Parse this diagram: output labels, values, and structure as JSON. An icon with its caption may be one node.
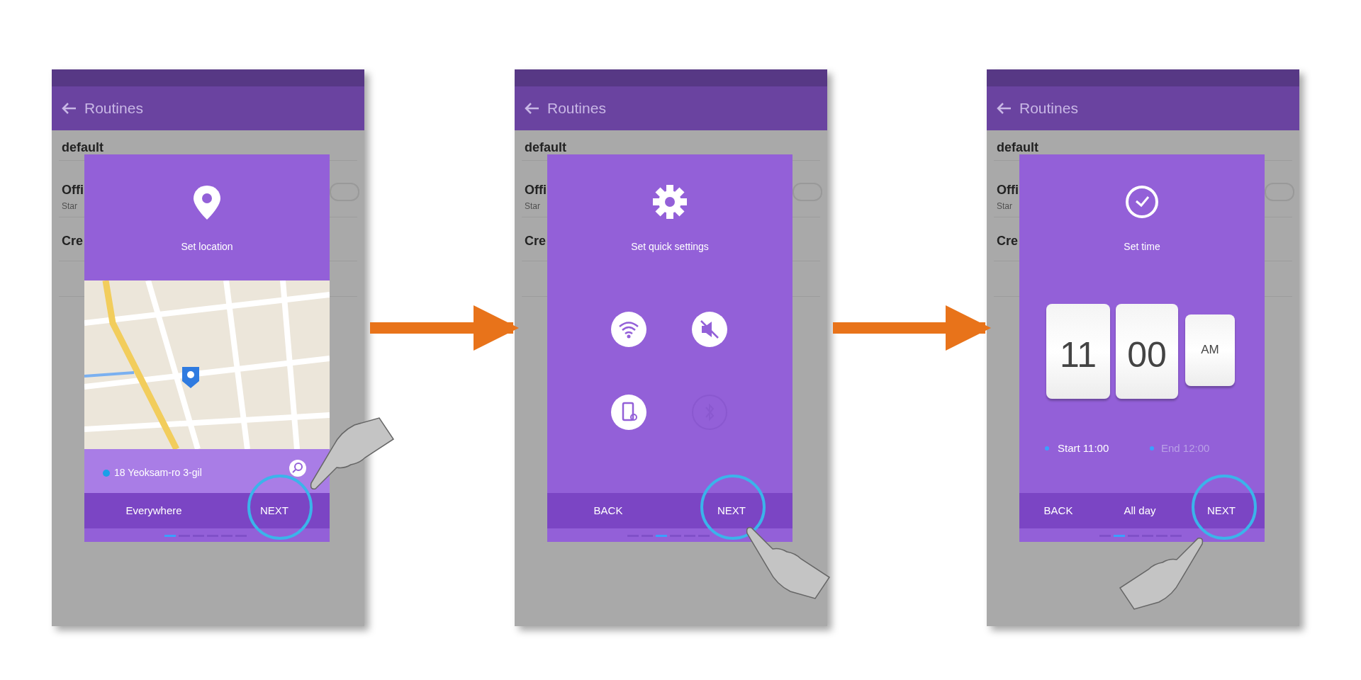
{
  "diagram": {
    "nodes": [
      {
        "text": [
          "Routines",
          "default",
          "Offi",
          "Star",
          "Cre"
        ]
      },
      {
        "text": [
          "Set location",
          "18 Yeoksam-ro 3-gil",
          "Everywhere",
          "NEXT"
        ],
        "in": 0
      },
      {
        "text": [
          "Routines",
          "default",
          "Offi",
          "Star",
          "Cre"
        ]
      },
      {
        "text": [
          "Set quick settings",
          "BACK",
          "NEXT"
        ],
        "in": 2
      },
      {
        "text": [
          "Routines",
          "default",
          "Offi",
          "Star",
          "Cre"
        ]
      },
      {
        "text": [
          "Set time",
          "11",
          "00",
          "AM",
          "Start 11:00",
          "End 12:00",
          "BACK",
          "All day",
          "NEXT"
        ],
        "in": 4
      }
    ],
    "edges": [
      {
        "from": 0,
        "to": 2,
        "arrow": "to"
      },
      {
        "from": 2,
        "to": 4,
        "arrow": "to"
      }
    ]
  }
}
